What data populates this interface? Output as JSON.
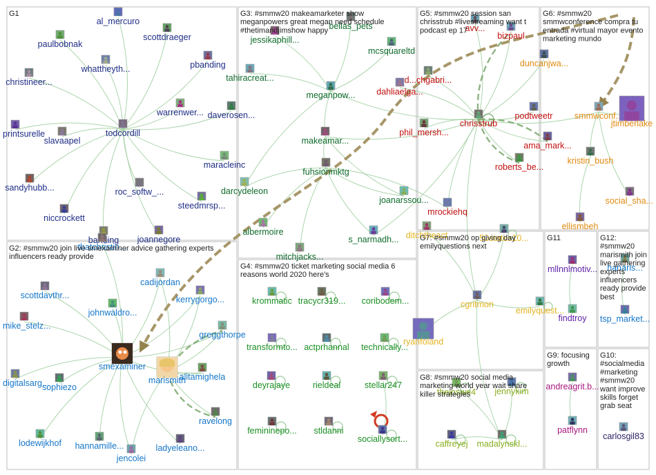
{
  "groups": [
    {
      "id": "G1",
      "title": [
        "G1"
      ],
      "color": "#1f2d86"
    },
    {
      "id": "G2",
      "title": [
        "G2: #smmw20 join live smexaminer advice gathering experts",
        "influencers ready provide"
      ],
      "color": "#1576c9"
    },
    {
      "id": "G3",
      "title": [
        "G3: #smmw20 makeamarketer show",
        "meganpowers great megan need schedule",
        "#thetimandjimshow happy"
      ],
      "color": "#0f6b2c"
    },
    {
      "id": "G4",
      "title": [
        "G4: #smmw20 ticket marketing social media 6",
        "reasons world 2020 here's"
      ],
      "color": "#1b8f23"
    },
    {
      "id": "G5",
      "title": [
        "G5: #smmw20 session san",
        "chrisstrub #livestreaming want t",
        "podcast ep 17"
      ],
      "color": "#c20f0f"
    },
    {
      "id": "G6",
      "title": [
        "G6: #smmw20",
        "smmwconference compra tu",
        "entrada #virtual mayor evento",
        "marketing mundo"
      ],
      "color": "#e08a10"
    },
    {
      "id": "G7",
      "title": [
        "G7: #smmw20 op giving day",
        "emilyquestions next"
      ],
      "color": "#e3b420"
    },
    {
      "id": "G8",
      "title": [
        "G8: #smmw20 social media",
        "marketing world year wait share",
        "killer strategies"
      ],
      "color": "#8aae1e"
    },
    {
      "id": "G9",
      "title": [
        "G9: focusing",
        "growth"
      ],
      "color": "#a8167e"
    },
    {
      "id": "G10",
      "title": [
        "G10:",
        "#socialmedia",
        "#marketing",
        "#smmw20",
        "want improve",
        "skills forget",
        "grab seat"
      ],
      "color": "#2a1f66"
    },
    {
      "id": "G11",
      "title": [
        "G11"
      ],
      "color": "#5b1ea6"
    },
    {
      "id": "G12",
      "title": [
        "G12:",
        "#smmw20",
        "marismith join",
        "live gathering",
        "experts",
        "influencers",
        "ready provide",
        "best"
      ],
      "color": "#1576c9"
    }
  ],
  "vertices": [
    {
      "id": "al_mercuro",
      "label": "al_mercuro",
      "group": "G1"
    },
    {
      "id": "paulbobnak",
      "label": "paulbobnak",
      "group": "G1"
    },
    {
      "id": "scottdraeger",
      "label": "scottdraeger",
      "group": "G1"
    },
    {
      "id": "whattheyth",
      "label": "whattheyth...",
      "group": "G1"
    },
    {
      "id": "pbanding",
      "label": "pbanding",
      "group": "G1"
    },
    {
      "id": "christineer",
      "label": "christineer...",
      "group": "G1"
    },
    {
      "id": "warrenwer",
      "label": "warrenwer...",
      "group": "G1"
    },
    {
      "id": "daverosen",
      "label": "daverosen...",
      "group": "G1"
    },
    {
      "id": "printsurelle",
      "label": "printsurelle",
      "group": "G1"
    },
    {
      "id": "todcordill",
      "label": "todcordill",
      "group": "G1"
    },
    {
      "id": "slavaapel",
      "label": "slavaapel",
      "group": "G1"
    },
    {
      "id": "maracleinc",
      "label": "maracleinc",
      "group": "G1"
    },
    {
      "id": "sandyhubb",
      "label": "sandyhubb...",
      "group": "G1"
    },
    {
      "id": "roc_softw",
      "label": "roc_softw_...",
      "group": "G1"
    },
    {
      "id": "steedmrsp",
      "label": "steedmrsp...",
      "group": "G1"
    },
    {
      "id": "niccrockett",
      "label": "niccrockett",
      "group": "G1"
    },
    {
      "id": "banding",
      "label": "banding",
      "group": "G1"
    },
    {
      "id": "joannegore",
      "label": "joannegore",
      "group": "G1"
    },
    {
      "id": "thatchristin",
      "label": "thatchristin...",
      "group": "G2"
    },
    {
      "id": "cadijordan",
      "label": "cadijordan",
      "group": "G2"
    },
    {
      "id": "scottdavthr",
      "label": "scottdavthr...",
      "group": "G2"
    },
    {
      "id": "kerrygorgo",
      "label": "kerrygorgo...",
      "group": "G2"
    },
    {
      "id": "johnwaldro",
      "label": "johnwaldro...",
      "group": "G2"
    },
    {
      "id": "mike_stelz",
      "label": "mike_stelz...",
      "group": "G2"
    },
    {
      "id": "greggthorpe",
      "label": "greggthorpe",
      "group": "G2"
    },
    {
      "id": "smexaminer",
      "label": "smexaminer",
      "group": "G2"
    },
    {
      "id": "marismith",
      "label": "marismith",
      "group": "G2"
    },
    {
      "id": "alitamighela",
      "label": "alitamighela",
      "group": "G2"
    },
    {
      "id": "digitalsarg",
      "label": "digitalsarg...",
      "group": "G2"
    },
    {
      "id": "sophiezo",
      "label": "sophiezo",
      "group": "G2"
    },
    {
      "id": "ravelong",
      "label": "ravelong",
      "group": "G2"
    },
    {
      "id": "lodewijkhof",
      "label": "lodewijkhof",
      "group": "G2"
    },
    {
      "id": "hannamille",
      "label": "hannamille...",
      "group": "G2"
    },
    {
      "id": "ladyeleano",
      "label": "ladyeleano...",
      "group": "G2"
    },
    {
      "id": "jencolei",
      "label": "jencolei",
      "group": "G2"
    },
    {
      "id": "bellas_pets",
      "label": "bellas_pets",
      "group": "G3"
    },
    {
      "id": "jessikaphill",
      "label": "jessikaphill...",
      "group": "G3"
    },
    {
      "id": "mcsquareltd",
      "label": "mcsquareltd",
      "group": "G3"
    },
    {
      "id": "tahiracreat",
      "label": "tahiracreat...",
      "group": "G3"
    },
    {
      "id": "meganpow",
      "label": "meganpow...",
      "group": "G3"
    },
    {
      "id": "makeamar",
      "label": "makeamar...",
      "group": "G3"
    },
    {
      "id": "darcydeleon",
      "label": "darcydeleon",
      "group": "G3"
    },
    {
      "id": "fuhsionmktg",
      "label": "fuhsionmktg",
      "group": "G3"
    },
    {
      "id": "joanarssou",
      "label": "joanarssou...",
      "group": "G3"
    },
    {
      "id": "albermoire",
      "label": "albermoire",
      "group": "G3"
    },
    {
      "id": "s_narmadh",
      "label": "s_narmadh...",
      "group": "G3"
    },
    {
      "id": "mitchjacks",
      "label": "mitchjacks...",
      "group": "G3"
    },
    {
      "id": "kromatic",
      "label": "krommatic",
      "group": "G4"
    },
    {
      "id": "tracycr319",
      "label": "tracycr319...",
      "group": "G4"
    },
    {
      "id": "coribodem",
      "label": "coribodem...",
      "group": "G4"
    },
    {
      "id": "transformto",
      "label": "transformto...",
      "group": "G4"
    },
    {
      "id": "actprhannal",
      "label": "actprhannal",
      "group": "G4"
    },
    {
      "id": "technically",
      "label": "technically...",
      "group": "G4"
    },
    {
      "id": "deyrajaye",
      "label": "deyrajaye",
      "group": "G4"
    },
    {
      "id": "rieldeal",
      "label": "rieldeal",
      "group": "G4"
    },
    {
      "id": "stellar247",
      "label": "stellar247",
      "group": "G4"
    },
    {
      "id": "femininepo",
      "label": "femininepo...",
      "group": "G4"
    },
    {
      "id": "stldanni",
      "label": "stldanni",
      "group": "G4"
    },
    {
      "id": "sociallysort",
      "label": "sociallysort...",
      "group": "G4"
    },
    {
      "id": "vavv",
      "label": "avv...",
      "group": "G5"
    },
    {
      "id": "bizpaul",
      "label": "bizpaul",
      "group": "G5"
    },
    {
      "id": "chgabri",
      "label": "d...chgabri...",
      "group": "G5"
    },
    {
      "id": "dahliaelga",
      "label": "dahliaelga...",
      "group": "G5"
    },
    {
      "id": "chrisstrub",
      "label": "chrisstrub",
      "group": "G5"
    },
    {
      "id": "phil_mersh",
      "label": "phil_mersh...",
      "group": "G5"
    },
    {
      "id": "podtweetr",
      "label": "podtweetr",
      "group": "G5"
    },
    {
      "id": "ama_mark",
      "label": "ama_mark...",
      "group": "G5"
    },
    {
      "id": "roberts_be",
      "label": "roberts_be...",
      "group": "G5"
    },
    {
      "id": "mrockiehq",
      "label": "mrockiehq",
      "group": "G5"
    },
    {
      "id": "duncanjwa",
      "label": "duncanjwa...",
      "group": "G6"
    },
    {
      "id": "smmwconf",
      "label": "smmwconf...",
      "group": "G6"
    },
    {
      "id": "jtimberlake",
      "label": "jtimberlake",
      "group": "G6"
    },
    {
      "id": "kristin_bush",
      "label": "kristin_bush",
      "group": "G6"
    },
    {
      "id": "social_sha",
      "label": "social_sha...",
      "group": "G6"
    },
    {
      "id": "ellismbeh",
      "label": "ellismbeh",
      "group": "G6"
    },
    {
      "id": "ditchtheact",
      "label": "ditchtheact",
      "group": "G7"
    },
    {
      "id": "50states10",
      "label": "50states10...",
      "group": "G7"
    },
    {
      "id": "cgritmon",
      "label": "cgritmon",
      "group": "G7"
    },
    {
      "id": "emilyquest",
      "label": "emilyquest...",
      "group": "G7"
    },
    {
      "id": "ryanfoland",
      "label": "ryanfoland",
      "group": "G7"
    },
    {
      "id": "theinswe4",
      "label": "theinswe4",
      "group": "G8"
    },
    {
      "id": "jennykim",
      "label": "jennykim",
      "group": "G8"
    },
    {
      "id": "caffreyej",
      "label": "caffreyej",
      "group": "G8"
    },
    {
      "id": "madalynskl",
      "label": "madalynskl...",
      "group": "G8"
    },
    {
      "id": "andreagrit",
      "label": "andreagrit.b...",
      "group": "G9"
    },
    {
      "id": "patflynn",
      "label": "patflynn",
      "group": "G9"
    },
    {
      "id": "carlosgil83",
      "label": "carlosgil83",
      "group": "G10"
    },
    {
      "id": "mllnnlmotiv",
      "label": "mllnnlmotiv...",
      "group": "G11"
    },
    {
      "id": "findtroy",
      "label": "findtroy",
      "group": "G11"
    },
    {
      "id": "marismith2",
      "label": "hanaris...",
      "group": "G12"
    },
    {
      "id": "tsp_market",
      "label": "tsp_market...",
      "group": "G12"
    }
  ]
}
